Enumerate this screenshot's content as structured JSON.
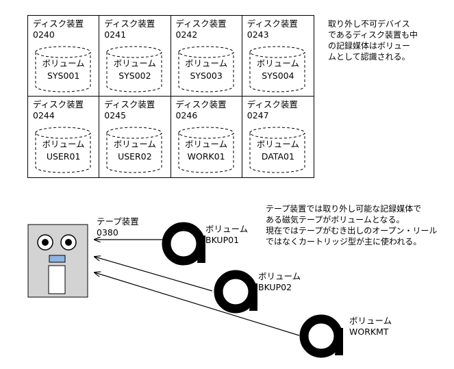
{
  "disks": [
    {
      "device": "ディスク装置\n0240",
      "volume_label": "ボリューム",
      "volume": "SYS001"
    },
    {
      "device": "ディスク装置\n0241",
      "volume_label": "ボリューム",
      "volume": "SYS002"
    },
    {
      "device": "ディスク装置\n0242",
      "volume_label": "ボリューム",
      "volume": "SYS003"
    },
    {
      "device": "ディスク装置\n0243",
      "volume_label": "ボリューム",
      "volume": "SYS004"
    },
    {
      "device": "ディスク装置\n0244",
      "volume_label": "ボリューム",
      "volume": "USER01"
    },
    {
      "device": "ディスク装置\n0245",
      "volume_label": "ボリューム",
      "volume": "USER02"
    },
    {
      "device": "ディスク装置\n0246",
      "volume_label": "ボリューム",
      "volume": "WORK01"
    },
    {
      "device": "ディスク装置\n0247",
      "volume_label": "ボリューム",
      "volume": "DATA01"
    }
  ],
  "disk_note": "取り外し不可デバイス\nであるディスク装置も中\nの記録媒体はボリュー\nムとして認識される。",
  "tape_device": {
    "label": "テープ装置\n0380"
  },
  "tape_note": "テープ装置では取り外し可能な記録媒体で\nある磁気テープがボリュームとなる。\n現在ではテープがむき出しのオープン・リール\nではなくカートリッジ型が主に使われる。",
  "tapes": [
    {
      "label": "ボリューム\nBKUP01"
    },
    {
      "label": "ボリューム\nBKUP02"
    },
    {
      "label": "ボリューム\nWORKMT"
    }
  ],
  "colors": {
    "device_body": "#d3d3d3",
    "display_slot": "#90b4e0",
    "reel": "#000000"
  }
}
